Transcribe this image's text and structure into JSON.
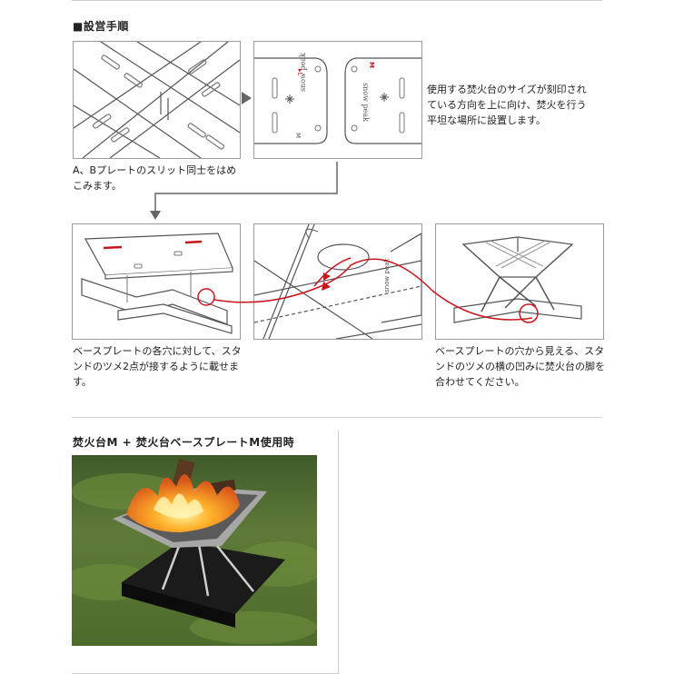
{
  "section1": {
    "title": "■設営手順"
  },
  "step1": {
    "caption": "A、Bプレートのスリット同士をはめこみます。"
  },
  "step2": {
    "caption": "使用する焚火台のサイズが刻印されている方向を上に向け、焚火を行う平坦な場所に設置します。",
    "plate_left_mark": "▸L",
    "plate_right_mark": "M",
    "brand": "snow peak",
    "plate_bottom_mark": "M"
  },
  "step3": {
    "caption": "ベースプレートの各穴に対して、スタンドのツメ2点が接するように載せます。"
  },
  "step4": {
    "caption": "ベースプレートの穴から見える、スタンドのツメの横の凹みに焚火台の脚を合わせてください。"
  },
  "section2": {
    "title": "焚火台M + 焚火台ベースプレートM使用時"
  },
  "colors": {
    "accent_red": "#c8161d",
    "line_gray": "#9a9a9a",
    "arrow_gray": "#666666"
  }
}
